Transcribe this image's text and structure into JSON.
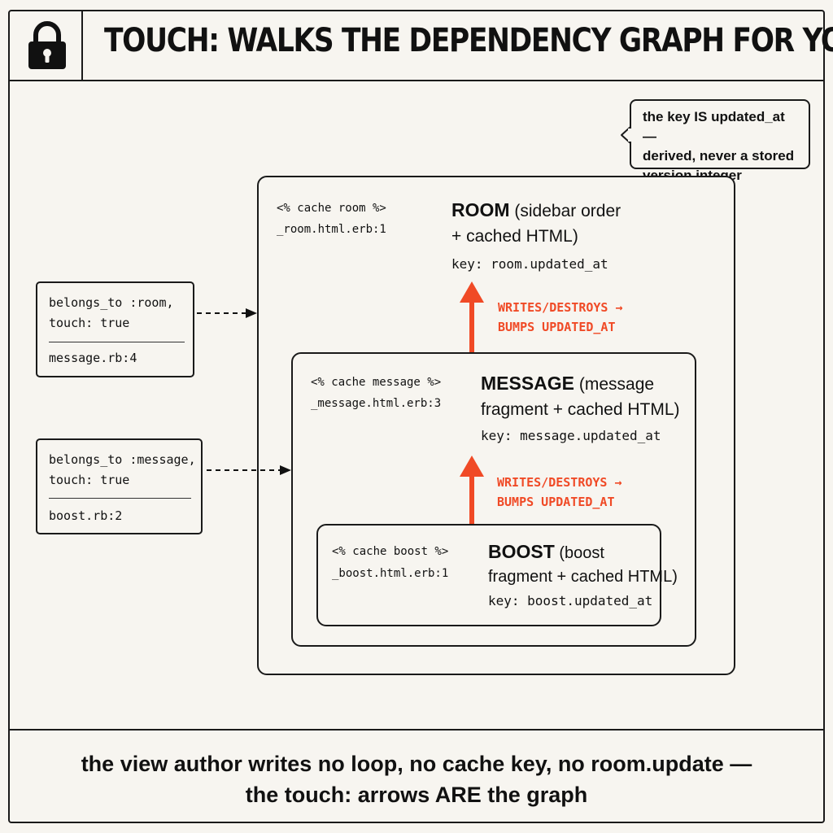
{
  "header": {
    "title": "TOUCH: WALKS THE DEPENDENCY GRAPH FOR YOU",
    "icon": "lock-icon"
  },
  "callout": {
    "lines": [
      "the key IS updated_at —",
      "derived, never a stored",
      "version integer"
    ]
  },
  "room": {
    "erb_tag": "<% cache room %>",
    "erb_file": "_room.html.erb:1",
    "name": "ROOM",
    "desc_line1": " (sidebar order",
    "desc_line2": "+ cached HTML)",
    "key": "key: room.updated_at"
  },
  "message": {
    "erb_tag": "<% cache message %>",
    "erb_file": "_message.html.erb:3",
    "name": "MESSAGE",
    "desc_line1": " (message",
    "desc_line2": "fragment + cached HTML)",
    "key": "key: message.updated_at"
  },
  "boost": {
    "erb_tag": "<% cache boost %>",
    "erb_file": "_boost.html.erb:1",
    "name": "BOOST",
    "desc_line1": " (boost",
    "desc_line2": "fragment + cached HTML)",
    "key": "key: boost.updated_at"
  },
  "arrows": {
    "room_line1": "WRITES/DESTROYS →",
    "room_line2": "BUMPS UPDATED_AT",
    "message_line1": "WRITES/DESTROYS →",
    "message_line2": "BUMPS UPDATED_AT",
    "color": "#f04a26"
  },
  "model_message": {
    "line1": "belongs_to :room,",
    "line2": "touch: true",
    "file": "message.rb:4"
  },
  "model_boost": {
    "line1": "belongs_to :message,",
    "line2": "touch: true",
    "file": "boost.rb:2"
  },
  "footer": {
    "line1": "the view author writes no loop, no cache key, no room.update —",
    "line2": "the touch: arrows ARE the graph"
  }
}
